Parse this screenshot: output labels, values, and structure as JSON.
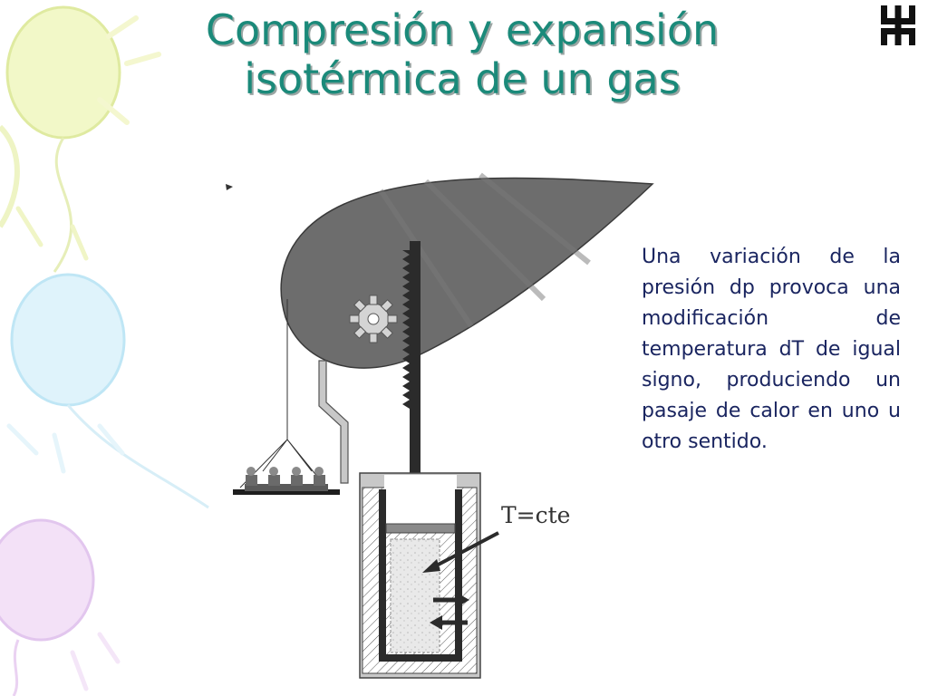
{
  "slide": {
    "title_line1": "Compresión y expansión",
    "title_line2": "isotérmica de un gas",
    "description": "Una variación de la presión dp provoca una modificación de temperatura dT de igual signo, produciendo un pasaje de calor en uno u otro sentido."
  },
  "diagram": {
    "label": "T=cte"
  },
  "colors": {
    "title": "#1b8a7a",
    "description": "#1a2560",
    "cam": "#6d6d6d",
    "rack": "#2b2b2b",
    "gas": "#e6e6e6"
  },
  "icons": {
    "logo": "utn-logo-icon",
    "gear": "gear-icon"
  }
}
